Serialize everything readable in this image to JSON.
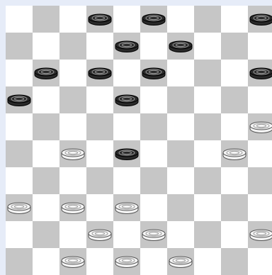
{
  "board": {
    "size": 10,
    "colors": {
      "light_square": "#ffffff",
      "dark_square": "#c6c6c6",
      "frame": "#e6ecf8"
    },
    "black_piece_color": "#2a2a2a",
    "white_piece_color": "#f4f4f4",
    "pieces": [
      {
        "row": 0,
        "col": 3,
        "color": "black"
      },
      {
        "row": 0,
        "col": 5,
        "color": "black"
      },
      {
        "row": 0,
        "col": 9,
        "color": "black"
      },
      {
        "row": 1,
        "col": 4,
        "color": "black"
      },
      {
        "row": 1,
        "col": 6,
        "color": "black"
      },
      {
        "row": 2,
        "col": 1,
        "color": "black"
      },
      {
        "row": 2,
        "col": 3,
        "color": "black"
      },
      {
        "row": 2,
        "col": 5,
        "color": "black"
      },
      {
        "row": 2,
        "col": 9,
        "color": "black"
      },
      {
        "row": 3,
        "col": 0,
        "color": "black"
      },
      {
        "row": 3,
        "col": 4,
        "color": "black"
      },
      {
        "row": 4,
        "col": 9,
        "color": "white"
      },
      {
        "row": 5,
        "col": 2,
        "color": "white"
      },
      {
        "row": 5,
        "col": 4,
        "color": "black"
      },
      {
        "row": 5,
        "col": 8,
        "color": "white"
      },
      {
        "row": 7,
        "col": 0,
        "color": "white"
      },
      {
        "row": 7,
        "col": 2,
        "color": "white"
      },
      {
        "row": 7,
        "col": 4,
        "color": "white"
      },
      {
        "row": 8,
        "col": 3,
        "color": "white"
      },
      {
        "row": 8,
        "col": 5,
        "color": "white"
      },
      {
        "row": 8,
        "col": 9,
        "color": "white"
      },
      {
        "row": 9,
        "col": 2,
        "color": "white"
      },
      {
        "row": 9,
        "col": 4,
        "color": "white"
      },
      {
        "row": 9,
        "col": 6,
        "color": "white"
      }
    ]
  }
}
